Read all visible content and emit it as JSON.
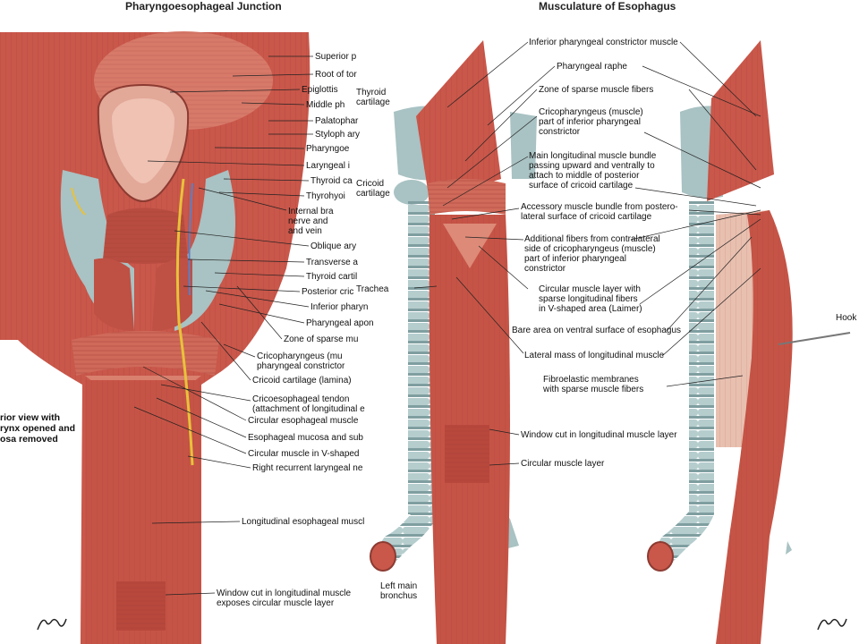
{
  "titles": {
    "left": "Pharyngoesophageal Junction",
    "right": "Musculature of Esophagus"
  },
  "left_panel": {
    "note": "rior view with\nrynx opened and\nosa removed",
    "labels": [
      "Superior p",
      "Root of tor",
      "Epiglottis",
      "Middle ph",
      "Palatophar",
      "Styloph ary",
      "Pharyngoe",
      "Laryngeal i",
      "Thyroid ca",
      "Thyrohyoi",
      "Internal bra\nnerve and\nand vein",
      "Oblique ary",
      "Transverse a",
      "Thyroid cartil",
      "Posterior cric",
      "Inferior pharyn",
      "Pharyngeal apon",
      "Zone of sparse mu",
      "Cricopharyngeus (mu\npharyngeal constrictor",
      "Cricoid cartilage (lamina)",
      "Cricoesophageal tendon\n(attachment of longitudinal e",
      "Circular esophageal muscle",
      "Esophageal mucosa and sub",
      "Circular muscle in V-shaped",
      "Right recurrent laryngeal ne",
      "Longitudinal esophageal muscl",
      "Window cut in longitudinal muscle\nexposes circular muscle layer"
    ]
  },
  "right_panel": {
    "side_labels": {
      "thyroid": "Thyroid\ncartilage",
      "cricoid": "Cricoid\ncartilage",
      "trachea": "Trachea",
      "bronchus": "Left main\nbronchus",
      "hook": "Hook"
    },
    "labels": [
      "Inferior pharyngeal constrictor muscle",
      "Pharyngeal raphe",
      "Zone of sparse muscle fibers",
      "Cricopharyngeus (muscle)\npart of inferior pharyngeal\nconstrictor",
      "Main longitudinal muscle bundle\npassing upward and ventrally to\nattach to middle of posterior\nsurface of cricoid cartilage",
      "Accessory muscle bundle from postero-\nlateral surface of cricoid cartilage",
      "Additional fibers from contralateral\nside of cricopharyngeus (muscle)\npart of inferior pharyngeal\nconstrictor",
      "Circular muscle layer with\nsparse longitudinal fibers\nin V-shaped area (Laimer)",
      "Bare area on ventral surface of esophagus",
      "Lateral mass of longitudinal muscle",
      "Fibroelastic membranes\nwith sparse muscle fibers",
      "Window cut in longitudinal muscle layer",
      "Circular muscle layer"
    ]
  },
  "colors": {
    "muscle": "#c9574a",
    "muscle_light": "#e08a78",
    "muscle_dark": "#9c3a30",
    "cartilage": "#a9c2c3",
    "cartilage_dark": "#7f9ea0",
    "mucosa": "#e9b3a3",
    "nerve": "#e8c23a",
    "vein": "#5a7fc4"
  },
  "signature": "F. Netter"
}
